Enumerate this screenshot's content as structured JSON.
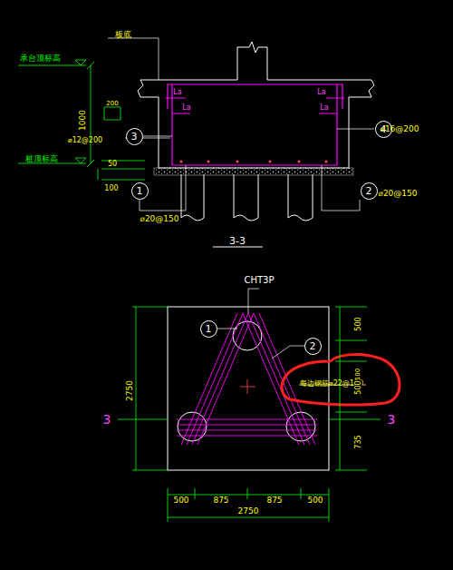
{
  "diagram": {
    "nodes": [
      {
        "text": [
          "4"
        ]
      },
      {
        "text": [
          "3"
        ]
      },
      {
        "text": [
          "1"
        ]
      },
      {
        "text": [
          "2"
        ]
      },
      {
        "text": [
          "1"
        ]
      },
      {
        "text": [
          "2"
        ]
      }
    ],
    "labels": [
      "板底",
      "承台顶标高",
      "La",
      "La",
      "La",
      "La",
      "1000",
      "200",
      "⌀12@200",
      "⌀16@200",
      "桩顶标高",
      "50",
      "100",
      "⌀20@150",
      "⌀20@150",
      "3-3",
      "CHT3P",
      "500",
      "100",
      "每边钢筋⌀22@100",
      "500",
      "735",
      "2750",
      "3",
      "3",
      "500",
      "875",
      "875",
      "500",
      "2750"
    ]
  }
}
